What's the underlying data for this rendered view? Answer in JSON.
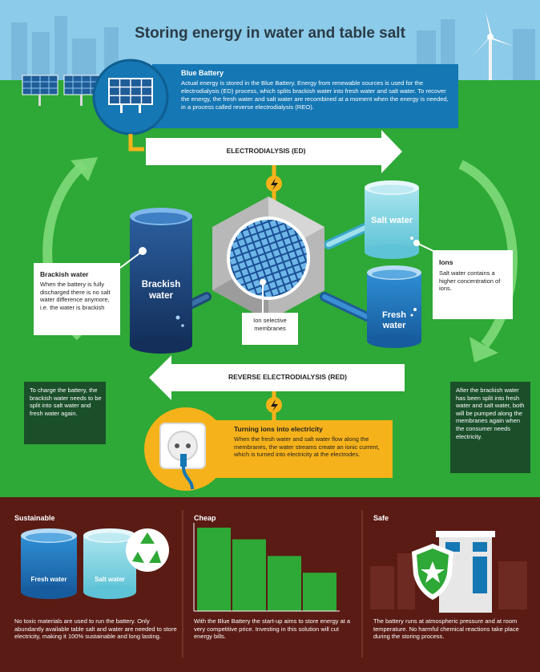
{
  "title": "Storing energy in water and table salt",
  "blue_battery": {
    "heading": "Blue Battery",
    "text": "Actual energy is stored in the Blue Battery. Energy from renewable sources is used for the electrodialysis (ED) process, which splits brackish water into fresh water and salt water. To recover the energy, the fresh water and salt water are recombined at a moment when the energy is needed, in a process called reverse electrodialysis (REO)."
  },
  "ed_label": "ELECTRODIALYSIS (ED)",
  "red_label": "REVERSE ELECTRODIALYSIS (RED)",
  "tanks": {
    "brackish": "Brackish water",
    "salt": "Salt water",
    "fresh": "Fresh water"
  },
  "membranes_label": "Ion selective membranes",
  "brackish_box": {
    "heading": "Brackish water",
    "text": "When the battery is fully discharged there is no salt water difference anymore, i.e. the water is brackish"
  },
  "ions_box": {
    "heading": "Ions",
    "text": "Salt water contains a higher concentration of ions."
  },
  "charge_box": "To charge the battery, the brackish water needs to be split into salt water and fresh water again.",
  "after_box": "After the brackish water has been split into fresh water and salt water, both will be pumped along the membranes again when the consumer needs electricity.",
  "turning_box": {
    "heading": "Turning ions into electricity",
    "text": "When the fresh water and salt water flow along the membranes, the water streams create an ionic current, which is turned into electricity at the electrodes."
  },
  "panels": {
    "sustainable": {
      "heading": "Sustainable",
      "fresh": "Fresh water",
      "salt": "Salt water",
      "text": "No toxic materials are used to run the battery. Only abundantly available table salt and water are needed to store electricity, making it 100% sustainable and long lasting."
    },
    "cheap": {
      "heading": "Cheap",
      "text": "With the Blue Battery the start-up aims to store energy at a very competitive price. Investing in this solution will cut energy bills."
    },
    "safe": {
      "heading": "Safe",
      "text": "The battery runs at atmospheric pressure and at room temperature. No harmful chemical reactions take place during the storing process."
    }
  },
  "cheap_bars": [
    1.0,
    0.86,
    0.66,
    0.46
  ],
  "colors": {
    "sky": "#8ccbe9",
    "grass": "#2ea836",
    "blue_box": "#1577b4",
    "dark_box": "#1a4f2a",
    "yellow": "#f6b21a",
    "brown": "#5a1b14",
    "bar": "#2ea836"
  }
}
